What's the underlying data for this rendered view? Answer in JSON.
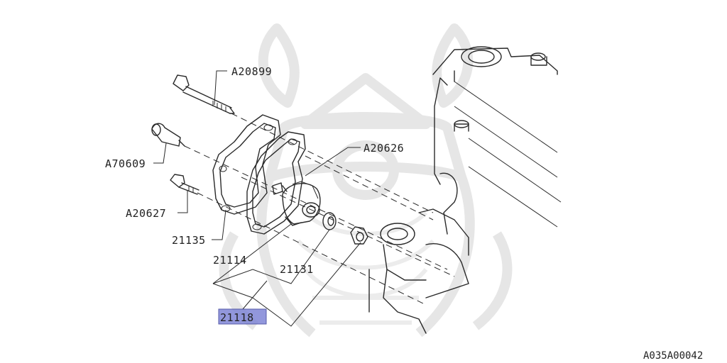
{
  "labels": {
    "A20899": "A20899",
    "A70609": "A70609",
    "A20627": "A20627",
    "A20626": "A20626",
    "p21135": "21135",
    "p21114": "21114",
    "p21131": "21131",
    "p21118": "21118"
  },
  "highlight_color": "#7f86d6",
  "diagram_code": "A035A00042"
}
